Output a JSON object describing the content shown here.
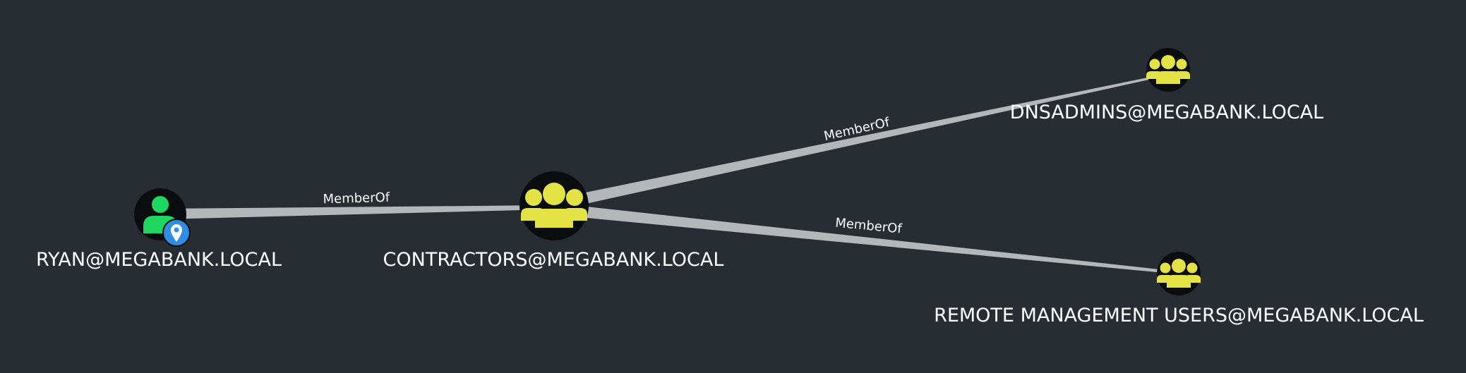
{
  "graph": {
    "nodes": [
      {
        "id": "ryan",
        "label": "RYAN@MEGABANK.LOCAL",
        "kind": "user",
        "icon": "user-icon",
        "badge": "location-pin-icon",
        "color": "#1ed760"
      },
      {
        "id": "contractors",
        "label": "CONTRACTORS@MEGABANK.LOCAL",
        "kind": "group",
        "icon": "group-icon",
        "color": "#e3e346"
      },
      {
        "id": "dnsadmins",
        "label": "DNSADMINS@MEGABANK.LOCAL",
        "kind": "group",
        "icon": "group-icon",
        "color": "#e3e346"
      },
      {
        "id": "rmu",
        "label": "REMOTE MANAGEMENT USERS@MEGABANK.LOCAL",
        "kind": "group",
        "icon": "group-icon",
        "color": "#e3e346"
      }
    ],
    "edges": [
      {
        "id": "e1",
        "source": "ryan",
        "target": "contractors",
        "label": "MemberOf"
      },
      {
        "id": "e2",
        "source": "contractors",
        "target": "dnsadmins",
        "label": "MemberOf"
      },
      {
        "id": "e3",
        "source": "contractors",
        "target": "rmu",
        "label": "MemberOf"
      }
    ],
    "colors": {
      "background": "#282d33",
      "edge": "#b4b6b8",
      "node_fill": "#0b0c0d",
      "badge": "#2f8de4"
    }
  }
}
